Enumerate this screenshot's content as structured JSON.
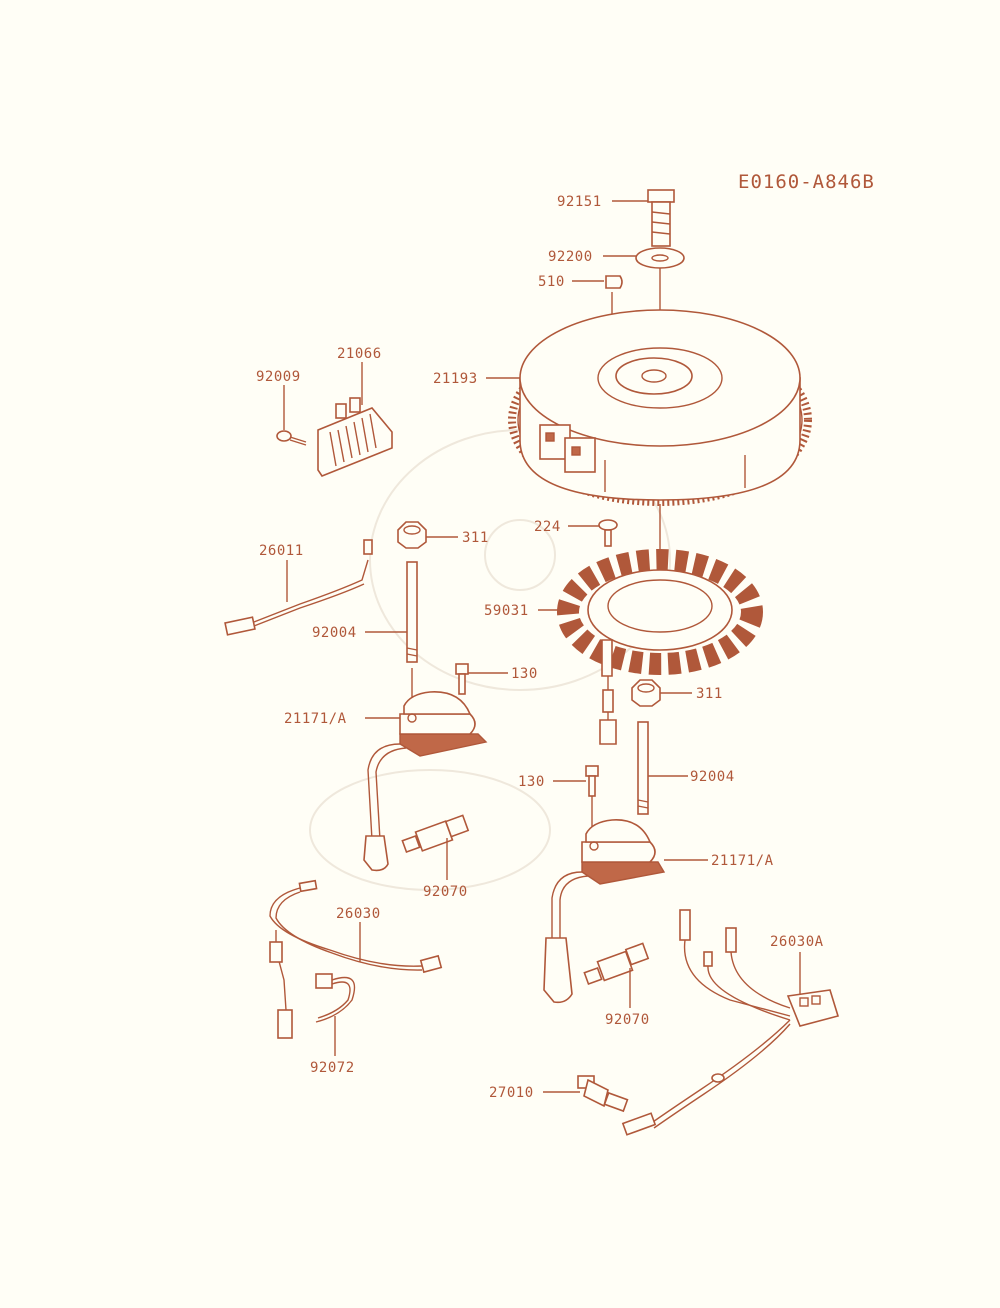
{
  "diagram": {
    "code": "E0160-A846B",
    "accent_color": "#b0583a",
    "labels": {
      "p92151": "92151",
      "p92200": "92200",
      "p510": "510",
      "p21193": "21193",
      "p21066": "21066",
      "p92009": "92009",
      "p224": "224",
      "p59031": "59031",
      "p26011": "26011",
      "p311_left": "311",
      "p92004_left": "92004",
      "p130_left": "130",
      "p21171_left": "21171/A",
      "p92070_left": "92070",
      "p311_right": "311",
      "p130_right": "130",
      "p92004_right": "92004",
      "p21171_right": "21171/A",
      "p26030": "26030",
      "p92072": "92072",
      "p92070_right": "92070",
      "p26030A": "26030A",
      "p27010": "27010"
    }
  }
}
